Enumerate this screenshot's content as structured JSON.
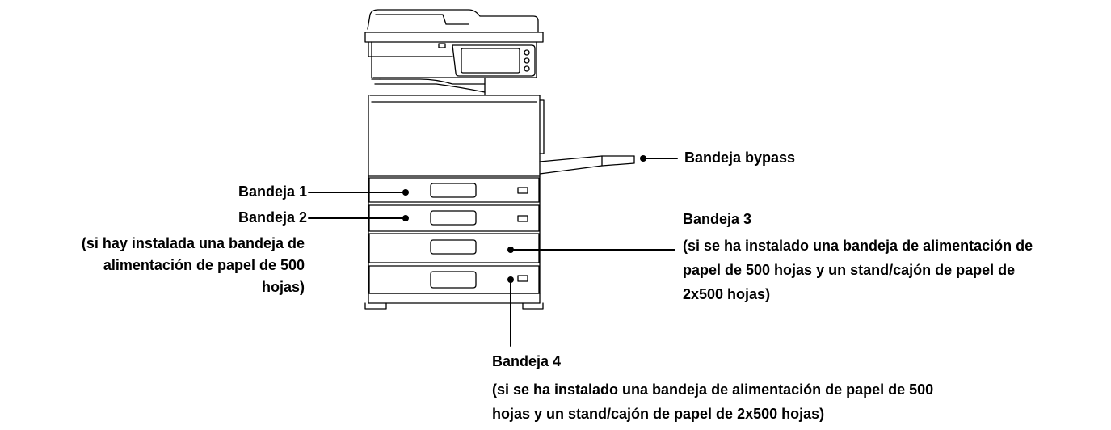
{
  "labels": {
    "bypass": "Bandeja bypass",
    "tray1": "Bandeja 1",
    "tray2": {
      "title": "Bandeja 2",
      "note_lines": [
        "(si hay instalada una bandeja de",
        "alimentación de papel de 500",
        "hojas)"
      ]
    },
    "tray3": {
      "title": "Bandeja 3",
      "note_lines": [
        "(si se ha instalado una bandeja de alimentación de",
        "papel de 500 hojas y un stand/cajón de papel de",
        "2x500 hojas)"
      ]
    },
    "tray4": {
      "title": "Bandeja 4",
      "note_lines": [
        "(si se ha instalado una bandeja de alimentación de papel de 500",
        "hojas y un stand/cajón de papel de 2x500 hojas)"
      ]
    }
  },
  "colors": {
    "line": "#000000",
    "background": "#ffffff"
  }
}
